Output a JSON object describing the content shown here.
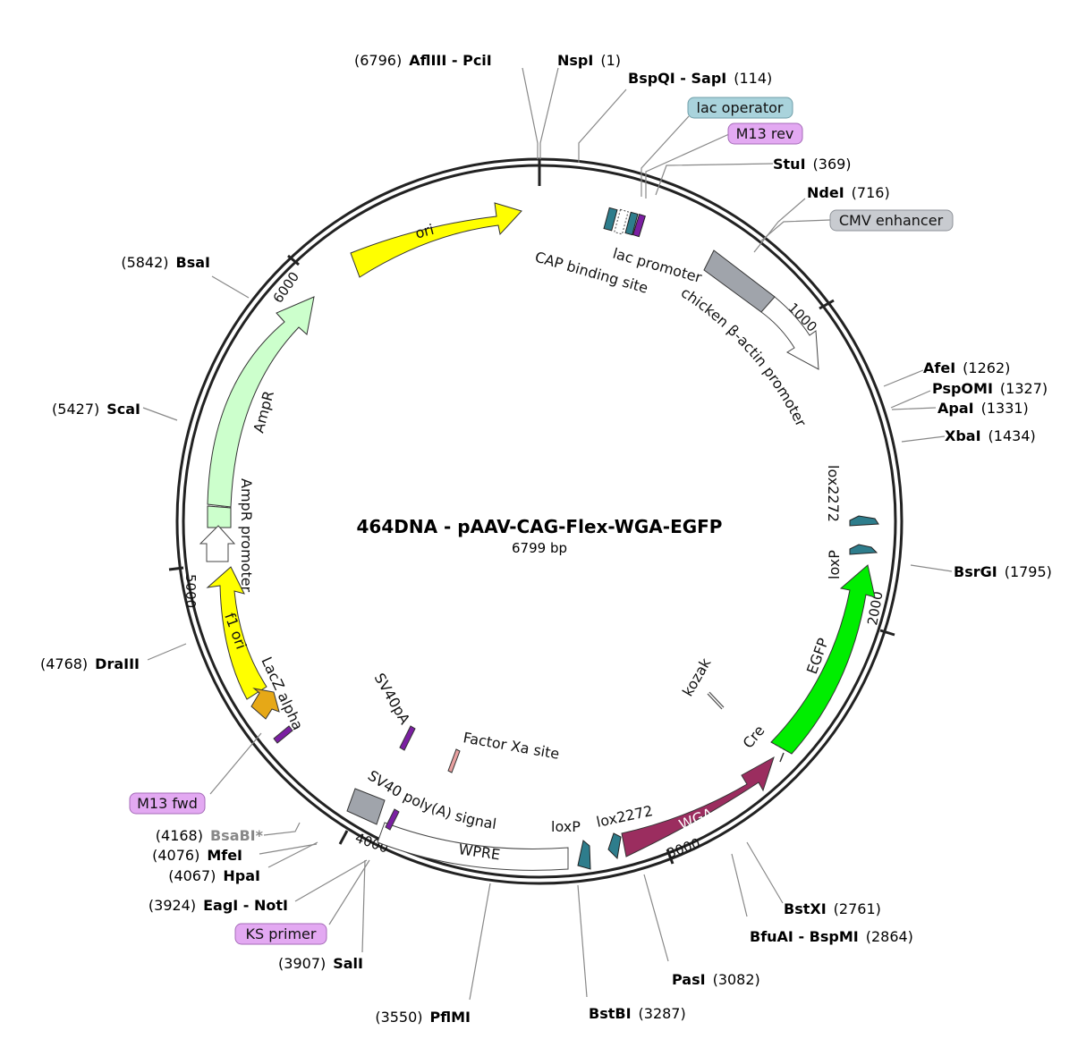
{
  "title": "464DNA - pAAV-CAG-Flex-WGA-EGFP",
  "length_label": "6799 bp",
  "total_bp": 6799,
  "ticks": [
    {
      "bp": 1000,
      "label": "1000"
    },
    {
      "bp": 2000,
      "label": "2000"
    },
    {
      "bp": 3000,
      "label": "3000"
    },
    {
      "bp": 4000,
      "label": "4000"
    },
    {
      "bp": 5000,
      "label": "5000"
    },
    {
      "bp": 6000,
      "label": "6000"
    }
  ],
  "sites": [
    {
      "id": "afliii-pcii",
      "num": "(6796)",
      "name": "AflIII - PciI"
    },
    {
      "id": "nspi",
      "num": "(1)",
      "name": "NspI"
    },
    {
      "id": "bspqi-sapi",
      "num": "(114)",
      "name": "BspQI - SapI"
    },
    {
      "id": "stui",
      "num": "(369)",
      "name": "StuI"
    },
    {
      "id": "ndei",
      "num": "(716)",
      "name": "NdeI"
    },
    {
      "id": "afei",
      "num": "(1262)",
      "name": "AfeI"
    },
    {
      "id": "pspomi",
      "num": "(1327)",
      "name": "PspOMI"
    },
    {
      "id": "apai",
      "num": "(1331)",
      "name": "ApaI"
    },
    {
      "id": "xbai",
      "num": "(1434)",
      "name": "XbaI"
    },
    {
      "id": "bsrgi",
      "num": "(1795)",
      "name": "BsrGI"
    },
    {
      "id": "bstxi",
      "num": "(2761)",
      "name": "BstXI"
    },
    {
      "id": "bfuai-bspmi",
      "num": "(2864)",
      "name": "BfuAI - BspMI"
    },
    {
      "id": "pasi",
      "num": "(3082)",
      "name": "PasI"
    },
    {
      "id": "bstbi",
      "num": "(3287)",
      "name": "BstBI"
    },
    {
      "id": "pflmi",
      "num": "(3550)",
      "name": "PflMI"
    },
    {
      "id": "sali",
      "num": "(3907)",
      "name": "SalI"
    },
    {
      "id": "eagi-noti",
      "num": "(3924)",
      "name": "EagI - NotI"
    },
    {
      "id": "hpai",
      "num": "(4067)",
      "name": "HpaI"
    },
    {
      "id": "mfei",
      "num": "(4076)",
      "name": "MfeI"
    },
    {
      "id": "bsabi",
      "num": "(4168)",
      "name": "BsaBI*"
    },
    {
      "id": "drai",
      "num": "(4768)",
      "name": "DraIII"
    },
    {
      "id": "scai",
      "num": "(5427)",
      "name": "ScaI"
    },
    {
      "id": "bsai",
      "num": "(5842)",
      "name": "BsaI"
    }
  ],
  "primers": {
    "lac_operator": "lac operator",
    "m13_rev": "M13 rev",
    "cmv_enhancer": "CMV enhancer",
    "m13_fwd": "M13 fwd",
    "ks_primer": "KS primer"
  },
  "features": {
    "ori": "ori",
    "ampr": "AmpR",
    "ampr_promoter": "AmpR promoter",
    "f1_ori": "f1 ori",
    "lacz_alpha": "LacZ alpha",
    "lac_promoter": "lac promoter",
    "cap_binding_site": "CAP binding site",
    "chicken_actin_promoter": "chicken β-actin promoter",
    "lox2272_right": "lox2272",
    "loxp_right": "loxP",
    "egfp": "EGFP",
    "kozak": "kozak",
    "cre": "Cre",
    "wga": "WGA",
    "lox2272_bottom": "lox2272",
    "loxp_bottom": "loxP",
    "wpre": "WPRE",
    "sv40_polya_signal": "SV40 poly(A) signal",
    "sv40pa": "SV40pA",
    "factor_xa_site": "Factor Xa site"
  },
  "colors": {
    "ori": "#ffff00",
    "ampr": "#ccffcc",
    "f1_ori": "#ffff00",
    "lacz_alpha": "#e6a817",
    "egfp": "#00ee00",
    "wga": "#9b2d5f",
    "lox": "#2e7d8c",
    "cmv": "#a0a4ab",
    "lac_operator_bg": "#a9d3dc",
    "m13_bg": "#e3a9f2",
    "cmv_label_bg": "#c8cbd0",
    "purple_mark": "#7b1fa2",
    "dim_site": "#888888"
  }
}
